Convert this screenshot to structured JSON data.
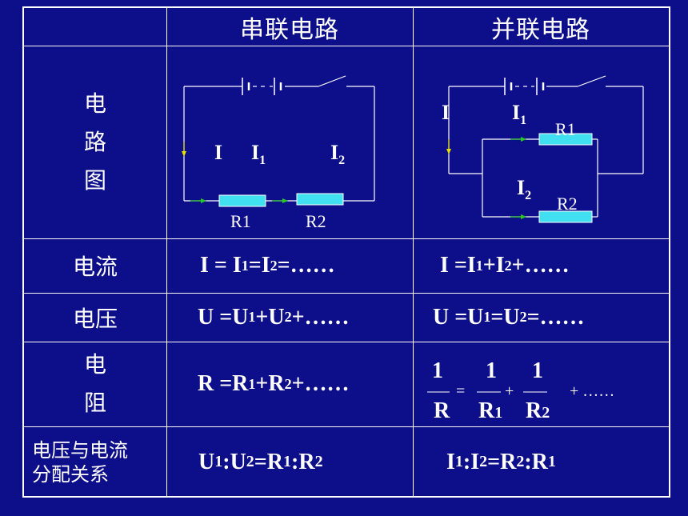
{
  "header": {
    "series": "串联电路",
    "parallel": "并联电路"
  },
  "rows": {
    "diagram": {
      "label": [
        "电",
        "路",
        "图"
      ]
    },
    "current": {
      "label": "电流",
      "series": {
        "a": "I = I",
        "s1": "1",
        "b": " =I",
        "s2": "2",
        "c": " =……"
      },
      "parallel": {
        "a": "I =I",
        "s1": "1",
        "b": "+I",
        "s2": "2",
        "c": "+……"
      }
    },
    "voltage": {
      "label": "电压",
      "series": {
        "a": "U =U",
        "s1": "1",
        "b": "+U",
        "s2": "2",
        "c": "+……"
      },
      "parallel": {
        "a": "U =U",
        "s1": "1",
        "b": "=U",
        "s2": "2",
        "c": "=……"
      }
    },
    "resistance": {
      "label": [
        "电",
        "阻"
      ],
      "series": {
        "a": "R =R",
        "s1": "1",
        "b": "+R",
        "s2": "2",
        "c": "+……"
      },
      "parallel": {
        "one": "1",
        "R": "R",
        "R1": "R",
        "s1": "1",
        "R2": "R",
        "s2": "2",
        "eq": "=",
        "plus": "+",
        "tail": "+ ……"
      }
    },
    "distribution": {
      "label_line1": "电压与电流",
      "label_line2": "分配关系",
      "series": {
        "U": "U",
        "s1": "1",
        "colon": " : ",
        "U2": "U",
        "s2": "2",
        "eq": " = ",
        "R1": "R",
        "r1": "1",
        "colon2": " : ",
        "R2": "R",
        "r2": "2"
      },
      "parallel": {
        "I": "I",
        "s1": "1",
        "colon": " : ",
        "I2": "I",
        "s2": "2",
        "eq": " = ",
        "R2": "R",
        "r2": "2",
        "colon2": " : ",
        "R1": "R",
        "r1": "1"
      }
    }
  },
  "series_diagram": {
    "I": "I",
    "I1": "I",
    "I1_sub": "1",
    "I2": "I",
    "I2_sub": "2",
    "R1": "R1",
    "R2": "R2"
  },
  "parallel_diagram": {
    "I": "I",
    "I1": "I",
    "I1_sub": "1",
    "I2": "I",
    "I2_sub": "2",
    "R1": "R1",
    "R2": "R2"
  },
  "colors": {
    "background": "#0d0f8a",
    "resistor": "#40e0f0",
    "arrow_green": "#22cc22",
    "arrow_yellow": "#e8e000"
  }
}
